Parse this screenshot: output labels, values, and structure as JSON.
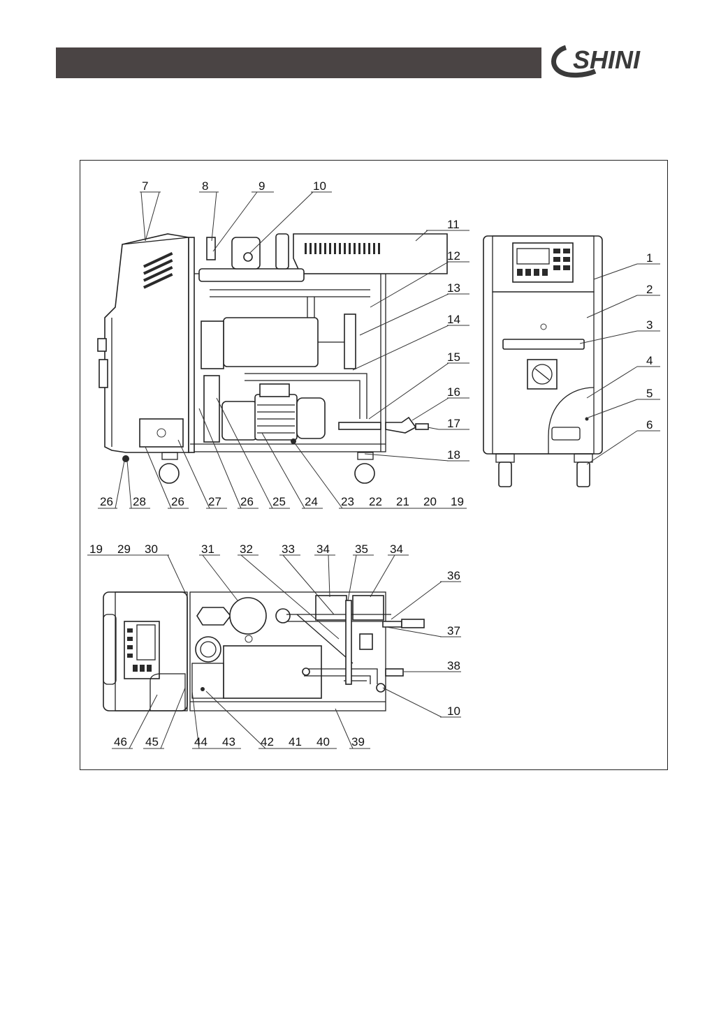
{
  "header": {
    "brand": "SHINI"
  },
  "callouts": [
    {
      "id": "c7",
      "text": "7"
    },
    {
      "id": "c8",
      "text": "8"
    },
    {
      "id": "c9",
      "text": "9"
    },
    {
      "id": "c10a",
      "text": "10"
    },
    {
      "id": "c11",
      "text": "11"
    },
    {
      "id": "c12",
      "text": "12"
    },
    {
      "id": "c13",
      "text": "13"
    },
    {
      "id": "c14",
      "text": "14"
    },
    {
      "id": "c15",
      "text": "15"
    },
    {
      "id": "c16",
      "text": "16"
    },
    {
      "id": "c17",
      "text": "17"
    },
    {
      "id": "c18",
      "text": "18"
    },
    {
      "id": "c1",
      "text": "1"
    },
    {
      "id": "c2",
      "text": "2"
    },
    {
      "id": "c3",
      "text": "3"
    },
    {
      "id": "c4",
      "text": "4"
    },
    {
      "id": "c5",
      "text": "5"
    },
    {
      "id": "c6",
      "text": "6"
    },
    {
      "id": "c26a",
      "text": "26"
    },
    {
      "id": "c28",
      "text": "28"
    },
    {
      "id": "c26b",
      "text": "26"
    },
    {
      "id": "c27",
      "text": "27"
    },
    {
      "id": "c26c",
      "text": "26"
    },
    {
      "id": "c25",
      "text": "25"
    },
    {
      "id": "c24",
      "text": "24"
    },
    {
      "id": "c23",
      "text": "23"
    },
    {
      "id": "c22",
      "text": "22"
    },
    {
      "id": "c21",
      "text": "21"
    },
    {
      "id": "c20",
      "text": "20"
    },
    {
      "id": "c19a",
      "text": "19"
    },
    {
      "id": "c19b",
      "text": "19"
    },
    {
      "id": "c29",
      "text": "29"
    },
    {
      "id": "c30",
      "text": "30"
    },
    {
      "id": "c31",
      "text": "31"
    },
    {
      "id": "c32",
      "text": "32"
    },
    {
      "id": "c33",
      "text": "33"
    },
    {
      "id": "c34a",
      "text": "34"
    },
    {
      "id": "c35",
      "text": "35"
    },
    {
      "id": "c34b",
      "text": "34"
    },
    {
      "id": "c36",
      "text": "36"
    },
    {
      "id": "c37",
      "text": "37"
    },
    {
      "id": "c38",
      "text": "38"
    },
    {
      "id": "c10b",
      "text": "10"
    },
    {
      "id": "c46",
      "text": "46"
    },
    {
      "id": "c45",
      "text": "45"
    },
    {
      "id": "c44",
      "text": "44"
    },
    {
      "id": "c43",
      "text": "43"
    },
    {
      "id": "c42",
      "text": "42"
    },
    {
      "id": "c41",
      "text": "41"
    },
    {
      "id": "c40",
      "text": "40"
    },
    {
      "id": "c39",
      "text": "39"
    }
  ]
}
